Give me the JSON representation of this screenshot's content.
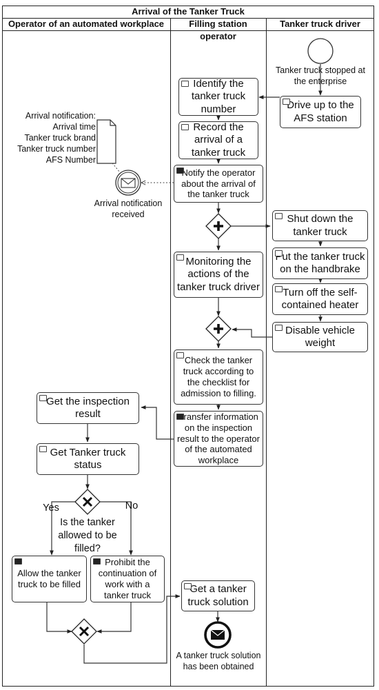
{
  "title": "Arrival of the Tanker Truck",
  "lanes": {
    "operator": "Operator of an automated workplace",
    "filling": "Filling station operator",
    "driver": "Tanker truck driver"
  },
  "events": {
    "start": "Tanker truck stopped at the enterprise",
    "notification_received": "Arrival notification received",
    "end": "A tanker truck solution has been obtained"
  },
  "data_object": {
    "heading": "Arrival notification:",
    "fields": [
      "Arrival time",
      "Tanker truck brand",
      "Tanker truck number",
      "AFS Number"
    ]
  },
  "tasks": {
    "drive_up": "Drive up to the AFS station",
    "identify": "Identify the tanker truck number",
    "record": "Record the arrival of a tanker truck",
    "notify": "Notify the operator about the arrival of the tanker truck",
    "shut_down": "Shut down the tanker truck",
    "handbrake": "Put the tanker truck on the handbrake",
    "heater": "Turn off the self-contained heater",
    "weight": "Disable vehicle weight",
    "monitoring": "Monitoring the actions of the tanker truck driver",
    "check": "Check the tanker truck according to the checklist for admission to filling.",
    "transfer": "Transfer information on the inspection result to the operator of the automated workplace",
    "get_result": "Get the inspection result",
    "get_status": "Get Tanker truck status",
    "allow": "Allow the tanker truck to be filled",
    "prohibit": "Prohibit the continuation of work with a tanker truck",
    "get_solution": "Get a tanker truck solution"
  },
  "gateway": {
    "question": "Is the tanker allowed to be filled?",
    "yes": "Yes",
    "no": "No"
  }
}
